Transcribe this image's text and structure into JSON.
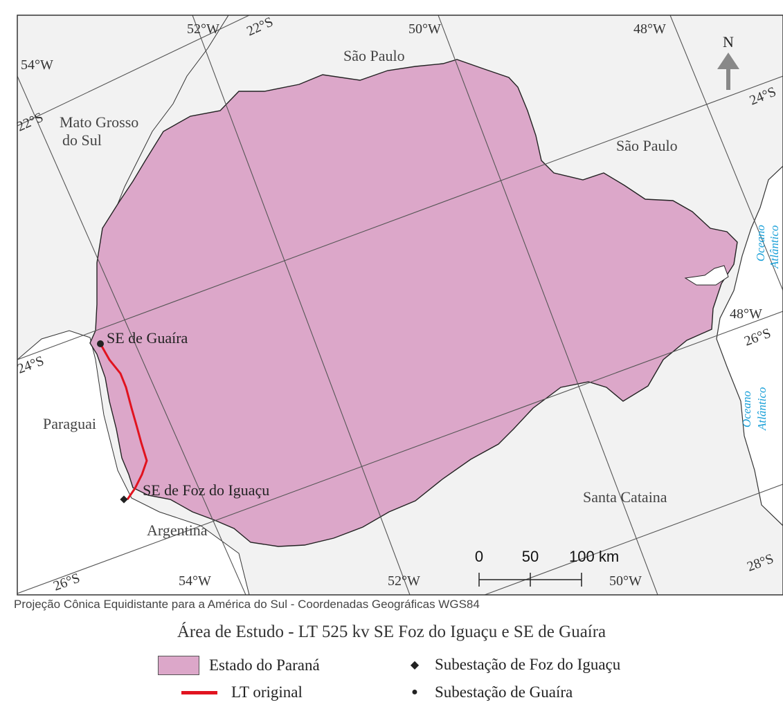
{
  "map": {
    "north_label": "N",
    "scale": {
      "zero": "0",
      "mid": "50",
      "end": "100 km"
    },
    "graticule_labels": {
      "lon_52_top": "52°W",
      "lon_50_top": "50°W",
      "lon_48_top": "48°W",
      "lon_54_left": "54°W",
      "lat_22_top": "22°S",
      "lat_22_left": "22°S",
      "lat_24_right": "24°S",
      "lat_24_left": "24°S",
      "lon_48_right": "48°W",
      "lat_26_right": "26°S",
      "lat_26_left": "26°S",
      "lon_54_bottom": "54°W",
      "lon_52_bottom": "52°W",
      "lon_50_bottom": "50°W",
      "lat_28_right": "28°S"
    },
    "regions": {
      "sao_paulo_top": "São Paulo",
      "sao_paulo_right": "São Paulo",
      "mato_grosso_line1": "Mato Grosso",
      "mato_grosso_line2": "do Sul",
      "paraguai": "Paraguai",
      "argentina": "Argentina",
      "santa_catarina": "Santa Cataina",
      "ocean_top_line1": "Oceano",
      "ocean_top_line2": "Atlântico",
      "ocean_bottom_line1": "Oceano",
      "ocean_bottom_line2": "Atlântico"
    },
    "points": {
      "guaira": "SE de Guaíra",
      "foz": "SE de Foz do Iguaçu"
    },
    "colors": {
      "parana_fill": "#dca7c9",
      "outside_fill": "#f2f2f2",
      "transmission_line": "#e1131f",
      "ocean_text": "#1aa0d8"
    }
  },
  "projection_note": "Projeção Cônica Equidistante para a América do Sul - Coordenadas Geográficas WGS84",
  "title": "Área de Estudo - LT 525 kv SE Foz do Iguaçu e SE de Guaíra",
  "legend": {
    "parana": "Estado do Paraná",
    "lt": "LT original",
    "foz_symbol": "Subestação de Foz do Iguaçu",
    "guaira_symbol": "Subestação de Guaíra"
  }
}
